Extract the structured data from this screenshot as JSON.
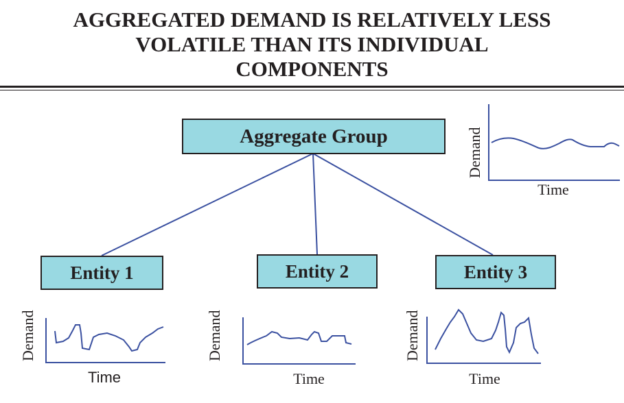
{
  "title": {
    "lines": [
      "AGGREGATED DEMAND IS RELATIVELY LESS",
      "VOLATILE THAN ITS INDIVIDUAL",
      "COMPONENTS"
    ]
  },
  "nodes": {
    "aggregate": "Aggregate Group",
    "entity1": "Entity 1",
    "entity2": "Entity 2",
    "entity3": "Entity 3"
  },
  "charts": {
    "aggregate": {
      "ylabel": "Demand",
      "xlabel": "Time"
    },
    "entity1": {
      "ylabel": "Demand",
      "xlabel": "Time"
    },
    "entity2": {
      "ylabel": "Demand",
      "xlabel": "Time"
    },
    "entity3": {
      "ylabel": "Demand",
      "xlabel": "Time"
    }
  },
  "colors": {
    "box_fill": "#99d9e2",
    "line": "#3a50a0",
    "text": "#231f20"
  }
}
